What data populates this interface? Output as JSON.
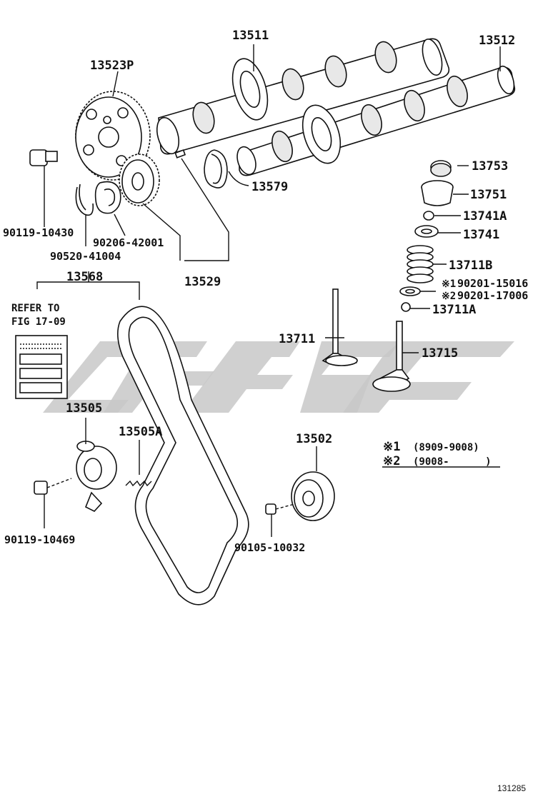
{
  "part_labels": {
    "p13511": "13511",
    "p13512": "13512",
    "p13523P": "13523P",
    "p13753": "13753",
    "p13751": "13751",
    "p13741A": "13741A",
    "p13741": "13741",
    "p13711B": "13711B",
    "p90201_15016": "90201-15016",
    "p90201_17006": "90201-17006",
    "p13711A": "13711A",
    "p13711": "13711",
    "p13715": "13715",
    "p13579": "13579",
    "p90119_10430": "90119-10430",
    "p90206_42001": "90206-42001",
    "p90520_41004": "90520-41004",
    "p13529": "13529",
    "p13568": "13568",
    "p13505": "13505",
    "p13505A": "13505A",
    "p13502": "13502",
    "p90119_10469": "90119-10469",
    "p90105_10032": "90105-10032"
  },
  "refer": {
    "line1": "REFER TO",
    "line2": "FIG 17-09"
  },
  "notes": {
    "mark1": "※1",
    "mark2": "※2",
    "legend1_mark": "※1",
    "legend1_range": "(8909-9008)",
    "legend2_mark": "※2",
    "legend2_range": "(9008-      )"
  },
  "figure_number": "131285",
  "colors": {
    "line": "#111111",
    "watermark": "#c8c8c8"
  }
}
